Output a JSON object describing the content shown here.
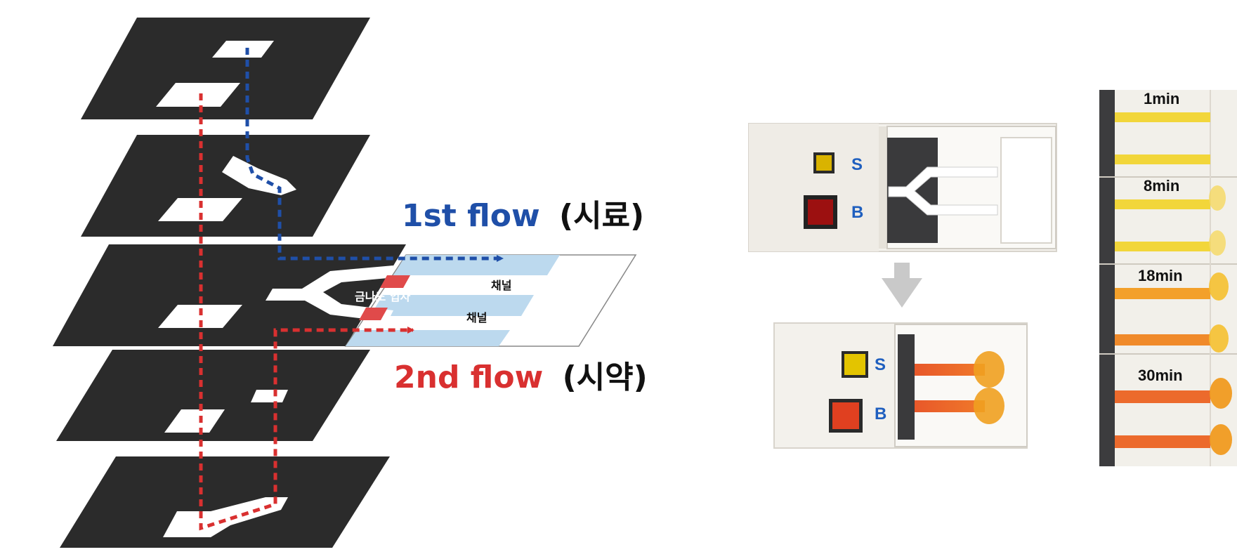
{
  "diagram": {
    "first_flow": {
      "label": "1st flow",
      "kr": "(시료)",
      "color": "#1f4fa8"
    },
    "second_flow": {
      "label": "2nd flow",
      "kr": "(시약)",
      "color": "#d93030"
    },
    "channel_label_top": "채널",
    "channel_label_bottom": "채널",
    "gold_nano_label": "금나노 입자"
  },
  "device": {
    "sample_label": "S",
    "buffer_label": "B",
    "label_color": "#1f5fbf"
  },
  "timeline": {
    "steps": [
      "1min",
      "8min",
      "18min",
      "30min"
    ]
  },
  "colors": {
    "layer": "#2b2b2b",
    "channel_blue": "#bcd9ee",
    "nano_red": "#e04a4a",
    "arrow_gray": "#c9c9c9"
  }
}
